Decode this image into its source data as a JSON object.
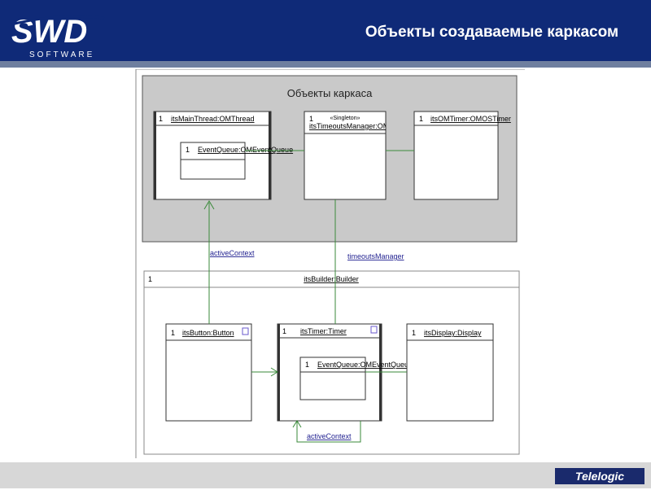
{
  "header": {
    "title": "Объекты создаваемые каркасом",
    "logo_text": "SWD",
    "logo_subtext": "SOFTWARE"
  },
  "footer": {
    "brand": "Telelogic"
  },
  "diagram": {
    "framework_package": {
      "title": "Объекты каркаса"
    },
    "main_thread": {
      "mult": "1",
      "name": "itsMainThread:OMThread"
    },
    "main_event_queue": {
      "mult": "1",
      "name": "EventQueue:OMEventQueue"
    },
    "timeouts_manager": {
      "stereotype": "«Singleton»",
      "mult": "1",
      "name": "itsTimeoutsManager:OMTimeoutsManager"
    },
    "om_timer": {
      "mult": "1",
      "name": "itsOMTimer:OMOSTimer"
    },
    "builder": {
      "mult": "1",
      "name": "itsBuilder:Builder"
    },
    "button": {
      "mult": "1",
      "name": "itsButton:Button"
    },
    "timer": {
      "mult": "1",
      "name": "itsTimer:Timer"
    },
    "timer_event_queue": {
      "mult": "1",
      "name": "EventQueue:OMEventQueue"
    },
    "display": {
      "mult": "1",
      "name": "itsDisplay:Display"
    },
    "link_active_context_1": "activeContext",
    "link_timeouts_manager": "timeoutsManager",
    "link_active_context_2": "activeContext"
  },
  "colors": {
    "header": "#0f2a78",
    "package_fill": "#c9c9c9",
    "link": "#3a8a3a",
    "text_link": "#1f1f8f"
  }
}
